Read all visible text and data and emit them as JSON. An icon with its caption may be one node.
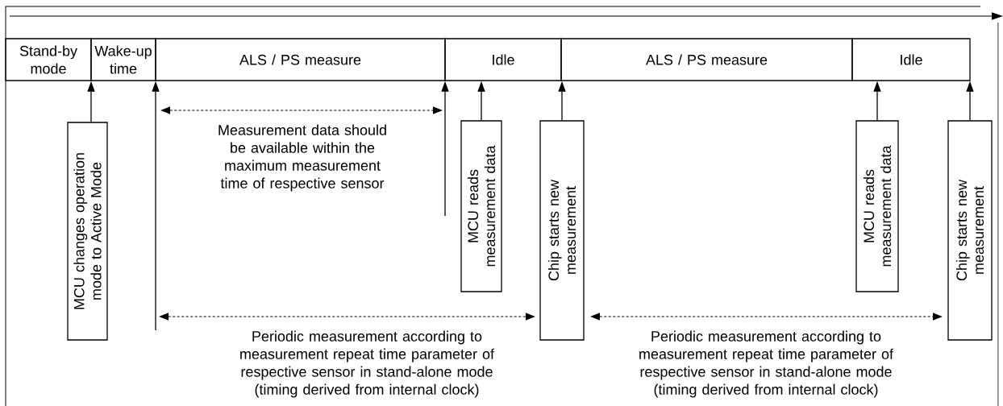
{
  "diagram": {
    "nodes": [
      {
        "text": [
          "Stand-by mode"
        ]
      },
      {
        "text": [
          "Wake-up time"
        ]
      },
      {
        "text": [
          "ALS / PS measure"
        ]
      },
      {
        "text": [
          "Idle"
        ]
      },
      {
        "text": [
          "ALS / PS measure"
        ]
      },
      {
        "text": [
          "Idle"
        ]
      },
      {
        "text": [
          "MCU changes operation mode to Active Mode"
        ]
      },
      {
        "text": [
          "MCU reads measurement data"
        ]
      },
      {
        "text": [
          "Chip starts new measurement"
        ]
      },
      {
        "text": [
          "MCU reads measurement data"
        ]
      },
      {
        "text": [
          "Chip starts new measurement"
        ]
      }
    ],
    "edges": [
      {
        "from": 6,
        "to": 1,
        "arrow": "to"
      },
      {
        "from": null,
        "to": 2,
        "arrow": "to"
      },
      {
        "from": null,
        "to": 3,
        "arrow": "to"
      },
      {
        "from": 7,
        "to": 3,
        "arrow": "to"
      },
      {
        "from": 8,
        "to": 4,
        "arrow": "to"
      },
      {
        "from": 9,
        "to": 5,
        "arrow": "to"
      },
      {
        "from": 10,
        "to": 5,
        "arrow": "to"
      }
    ],
    "labels": [
      "Measurement data should be available within the maximum measurement time of respective sensor",
      "Periodic measurement according to measurement repeat time parameter of respective sensor in stand-alone mode (timing derived from internal clock)",
      "Periodic measurement according to measurement repeat time parameter of respective sensor in stand-alone mode (timing derived from internal clock)"
    ]
  }
}
